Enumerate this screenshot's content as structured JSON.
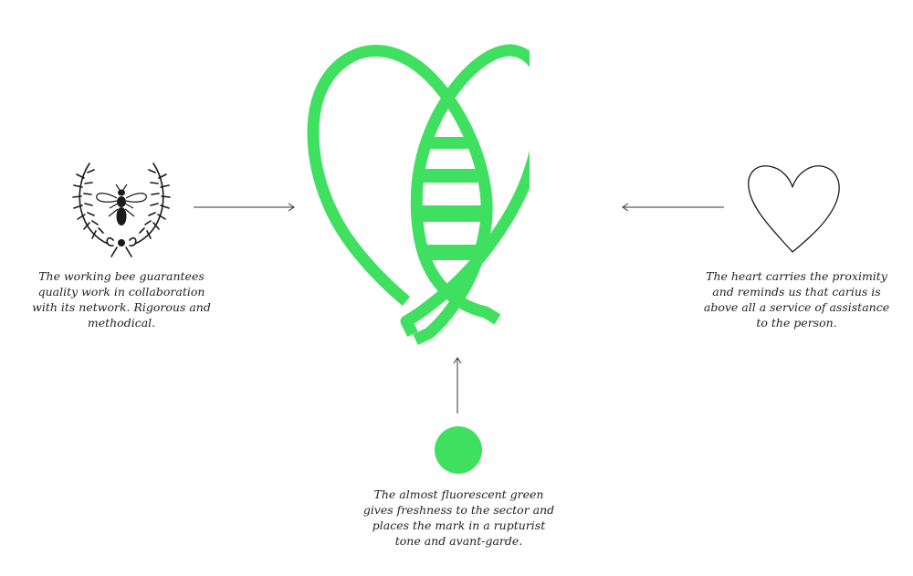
{
  "colors": {
    "brand_green": "#3fe060",
    "ink": "#222222",
    "line": "#333333",
    "background": "#ffffff"
  },
  "logo": {
    "icon": "heart-bee-logo-icon"
  },
  "bee": {
    "icon": "bee-wreath-engraving-icon",
    "caption_lines": [
      "The working bee guarantees",
      "quality work in collaboration",
      "with its network. Rigorous and",
      "methodical."
    ]
  },
  "heart": {
    "icon": "heart-outline-icon",
    "caption_lines": [
      "The heart carries the proximity",
      "and reminds us that carius is",
      "above all a service of assistance",
      "to the person."
    ]
  },
  "green": {
    "icon": "green-dot-icon",
    "caption_lines": [
      "The almost fluorescent green",
      "gives freshness to the sector and",
      "places the mark in a rupturist",
      "tone and avant-garde."
    ]
  }
}
